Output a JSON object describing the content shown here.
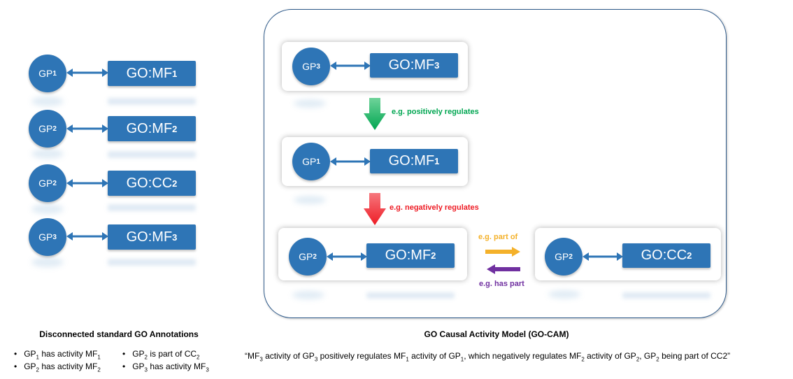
{
  "left_panel": {
    "rows": [
      {
        "gp": "GP",
        "gp_sub": "1",
        "term": "GO:MF",
        "term_sub": "1"
      },
      {
        "gp": "GP",
        "gp_sub": "2",
        "term": "GO:MF",
        "term_sub": "2"
      },
      {
        "gp": "GP",
        "gp_sub": "2",
        "term": "GO:CC",
        "term_sub": "2"
      },
      {
        "gp": "GP",
        "gp_sub": "3",
        "term": "GO:MF",
        "term_sub": "3"
      }
    ],
    "title": "Disconnected standard GO Annotations",
    "bullets": [
      {
        "pre": "GP",
        "s1": "1",
        "mid": " has activity MF",
        "s2": "1"
      },
      {
        "pre": "GP",
        "s1": "2",
        "mid": " is part of CC",
        "s2": "2"
      },
      {
        "pre": "GP",
        "s1": "2",
        "mid": " has activity MF",
        "s2": "2"
      },
      {
        "pre": "GP",
        "s1": "3",
        "mid": " has activity MF",
        "s2": "3"
      }
    ]
  },
  "right_panel": {
    "cards": [
      {
        "gp": "GP",
        "gp_sub": "3",
        "term": "GO:MF",
        "term_sub": "3"
      },
      {
        "gp": "GP",
        "gp_sub": "1",
        "term": "GO:MF",
        "term_sub": "1"
      },
      {
        "gp": "GP",
        "gp_sub": "2",
        "term": "GO:MF",
        "term_sub": "2"
      },
      {
        "gp": "GP",
        "gp_sub": "2",
        "term": "GO:CC",
        "term_sub": "2"
      }
    ],
    "relations": {
      "positive": "e.g. positively regulates",
      "negative": "e.g. negatively regulates",
      "part_of": "e.g. part of",
      "has_part": "e.g. has part"
    },
    "title": "GO Causal Activity Model (GO-CAM)",
    "caption": {
      "open": "“",
      "p1": "MF",
      "s1": "3",
      "p2": " activity of GP",
      "s2": "3",
      "p3": " positively regulates MF",
      "s3": "1",
      "p4": " activity of GP",
      "s4": "1",
      "p5": ", which negatively regulates MF",
      "s5": "2",
      "p6": " activity of GP",
      "s6": "2",
      "p7": ", GP",
      "s7": "2",
      "p8": " being part of CC2”"
    }
  },
  "colors": {
    "node": "#2e75b6",
    "positive": "#00a651",
    "negative": "#ee1c25",
    "part_of": "#f4b12a",
    "has_part": "#7030a0",
    "frame": "#2e5a8a"
  }
}
